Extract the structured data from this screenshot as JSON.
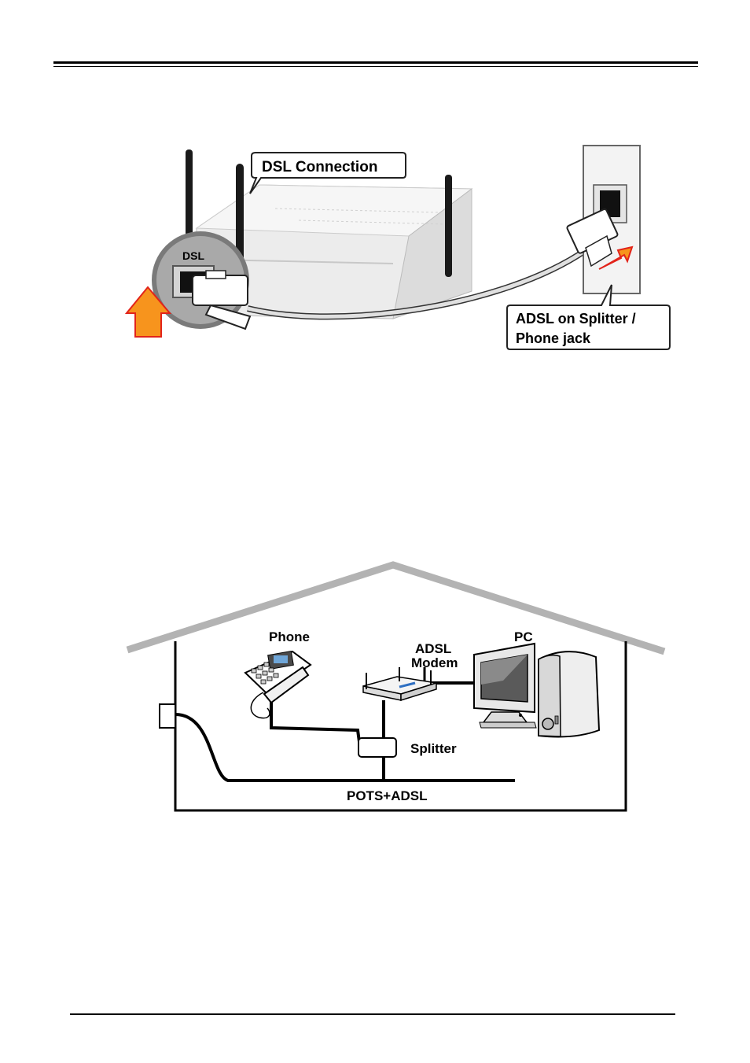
{
  "figure1": {
    "callout_dsl_connection": "DSL Connection",
    "port_label": "DSL",
    "callout_splitter_line1": "ADSL on Splitter /",
    "callout_splitter_line2": "Phone jack"
  },
  "figure2": {
    "phone_label": "Phone",
    "pc_label": "PC",
    "modem_label_line1": "ADSL",
    "modem_label_line2": "Modem",
    "splitter_label": "Splitter",
    "line_label": "POTS+ADSL"
  },
  "colors": {
    "arrow_orange": "#f7941d",
    "arrow_red_outline": "#e2231a",
    "router_body": "#eeeeee",
    "roof_gray": "#b3b3b3"
  }
}
